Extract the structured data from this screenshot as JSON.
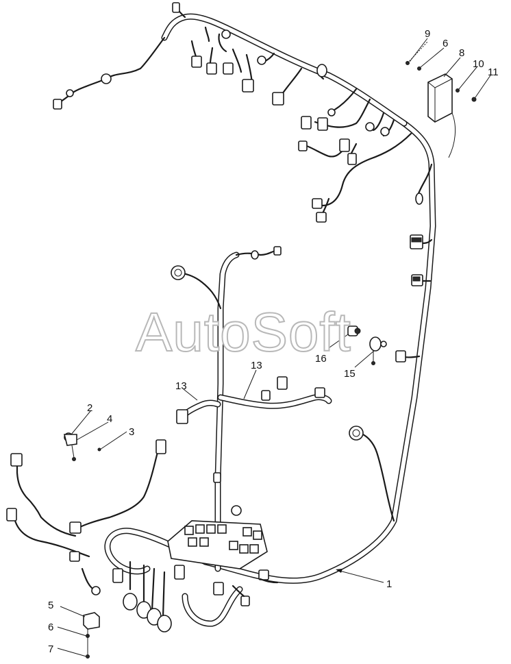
{
  "watermark": "AutoSoft",
  "callouts": {
    "c1": "1",
    "c2": "2",
    "c3": "3",
    "c4": "4",
    "c5": "5",
    "c6_top": "6",
    "c6_bottom": "6",
    "c7": "7",
    "c8": "8",
    "c9": "9",
    "c10": "10",
    "c11": "11",
    "c13_left": "13",
    "c13_right": "13",
    "c15": "15",
    "c16": "16"
  }
}
